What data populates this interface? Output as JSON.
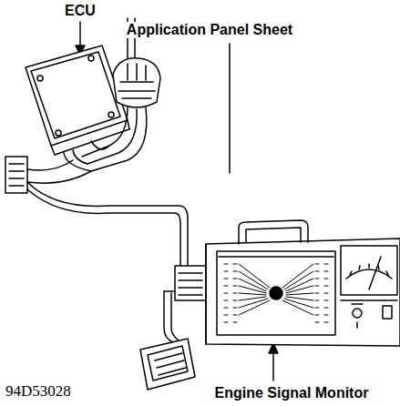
{
  "diagram": {
    "labels": [
      "ECU",
      "Application Panel Sheet",
      "Engine Signal Monitor",
      "94D53028"
    ]
  }
}
